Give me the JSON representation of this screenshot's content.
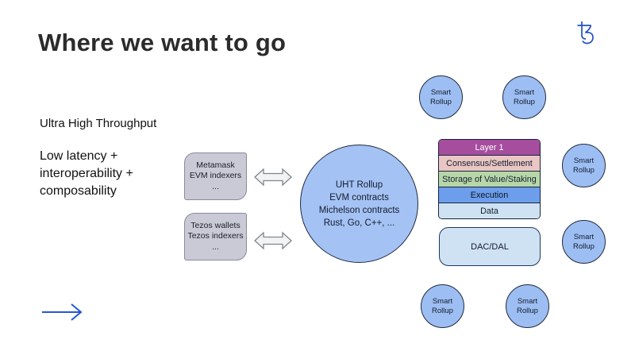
{
  "title": "Where we want to go",
  "left_panel": {
    "throughput": "Ultra High Throughput",
    "latency_lines": [
      "Low latency +",
      "interoperability +",
      "composability"
    ]
  },
  "client_boxes": [
    {
      "lines": [
        "Metamask",
        "EVM indexers",
        "..."
      ]
    },
    {
      "lines": [
        "Tezos wallets",
        "Tezos indexers",
        "..."
      ]
    }
  ],
  "uht_circle": {
    "lines": [
      "UHT Rollup",
      "EVM contracts",
      "Michelson contracts",
      "Rust, Go, C++, ..."
    ]
  },
  "layer_stack": {
    "rows": [
      {
        "label": "Layer 1",
        "bg": "#a64d9e",
        "fg": "#ffffff"
      },
      {
        "label": "Consensus/Settlement",
        "bg": "#e9c6c4",
        "fg": "#15202f"
      },
      {
        "label": "Storage of Value/Staking",
        "bg": "#b7d7a9",
        "fg": "#15202f"
      },
      {
        "label": "Execution",
        "bg": "#6d9eeb",
        "fg": "#0d1625"
      },
      {
        "label": "Data",
        "bg": "#cfe2f3",
        "fg": "#15202f"
      }
    ]
  },
  "dac_box": {
    "label": "DAC/DAL"
  },
  "smart_rollup_label": "Smart Rollup",
  "colors": {
    "uht_circle_fill": "#a4c2f4",
    "smart_rollup_fill": "#9dbef3",
    "client_box_fill": "#c9cad6",
    "dac_fill": "#cfe2f3",
    "tezos_blue": "#2150c4",
    "accent_arrow_blue": "#2456d6",
    "layer1_purple": "#a64d9e"
  }
}
